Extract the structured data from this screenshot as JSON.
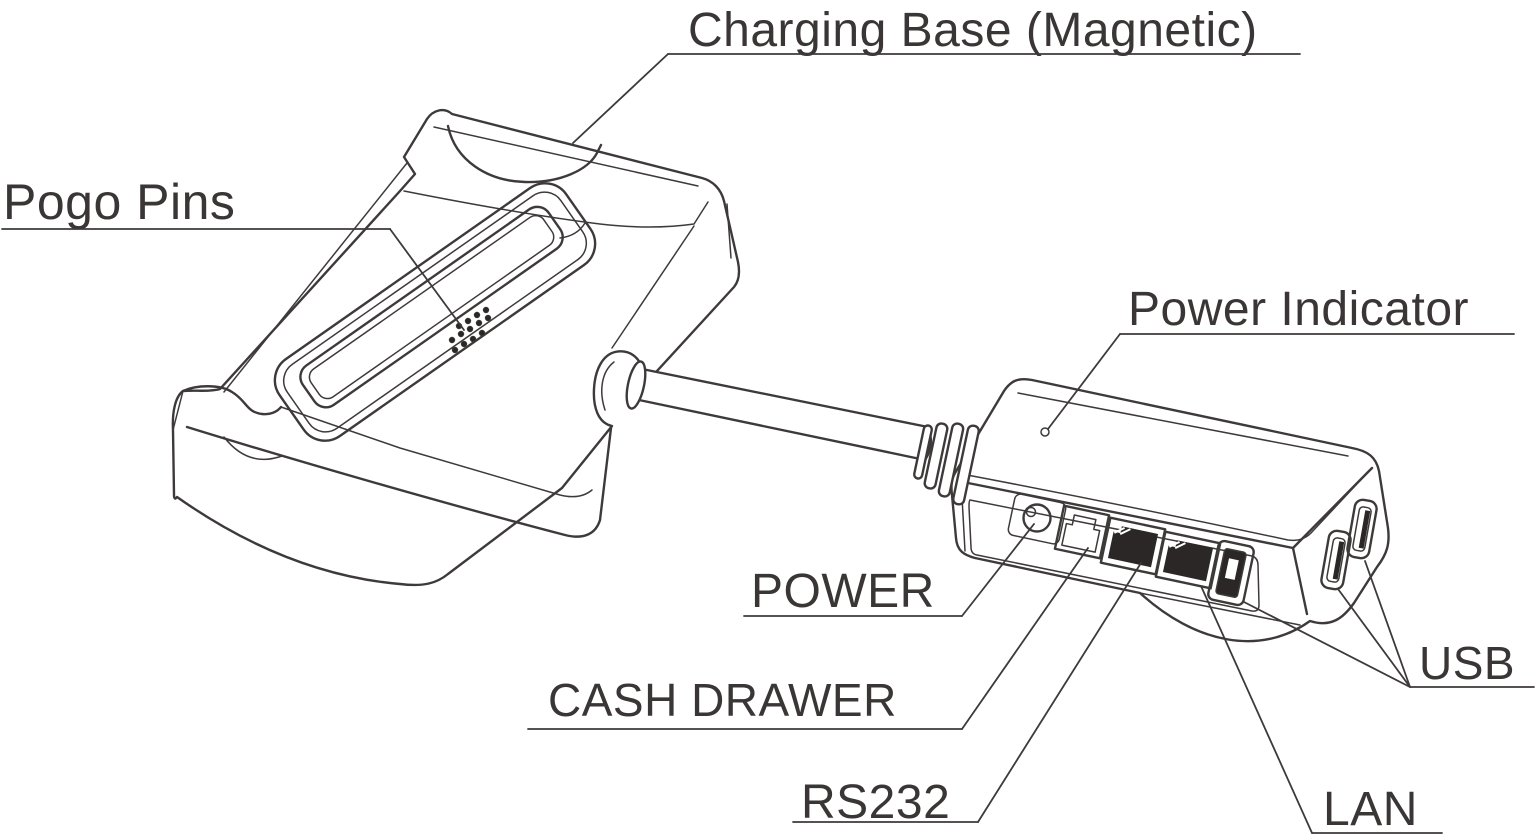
{
  "diagram": {
    "type": "technical-line-drawing",
    "subject": "POS tablet charging base with magnetic connector hub",
    "labels": {
      "title": "Charging Base (Magnetic)",
      "pogo_pins": "Pogo Pins",
      "power_indicator": "Power Indicator",
      "power": "POWER",
      "cash_drawer": "CASH DRAWER",
      "rs232": "RS232",
      "lan": "LAN",
      "usb": "USB"
    },
    "colors": {
      "line": "#3e3a3a",
      "text": "#3a3636",
      "background": "#ffffff",
      "port_dark": "#2b2727"
    }
  }
}
